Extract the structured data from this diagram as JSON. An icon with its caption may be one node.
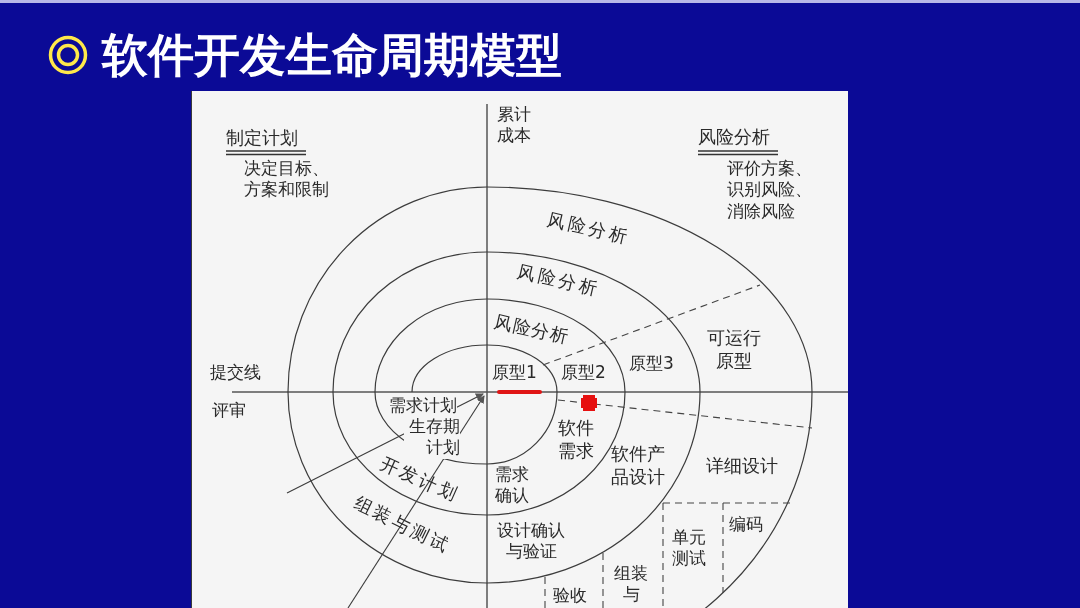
{
  "diagram": {
    "title": "软件开发生命周期模型",
    "labels": [
      "制定计划",
      "累计成本",
      "风险分析",
      "决定目标、方案和限制",
      "评价方案、识别风险、消除风险",
      "风险分析",
      "风险分析",
      "风险分析",
      "可运行原型",
      "原型3",
      "提交线",
      "原型1",
      "原型2",
      "需求计划",
      "评审",
      "软件需求",
      "生存期计划",
      "软件产品设计",
      "详细设计",
      "开发计划",
      "需求确认",
      "组装与测试",
      "设计确认与验证",
      "编码",
      "单元测试",
      "组装与",
      "验收"
    ]
  }
}
